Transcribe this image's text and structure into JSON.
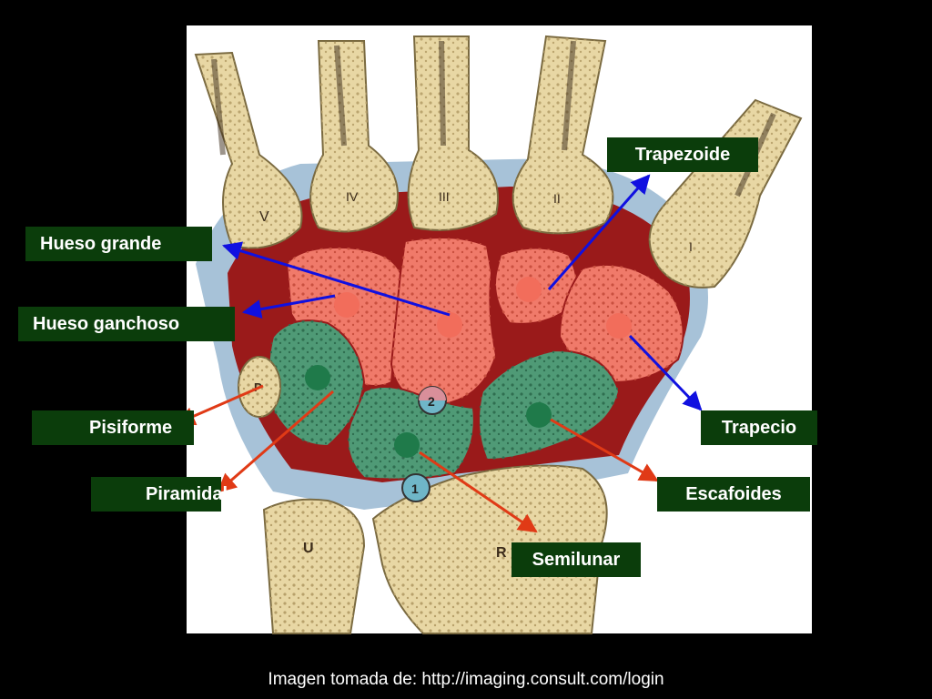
{
  "labels": {
    "trapezoide": "Trapezoide",
    "hueso_grande": "Hueso grande",
    "hueso_ganchoso": "Hueso ganchoso",
    "pisiforme": "Pisiforme",
    "trapecio": "Trapecio",
    "piramidal": "Piramidal",
    "escafoides": "Escafoides",
    "semilunar": "Semilunar"
  },
  "bone_marks": {
    "metacarpals": [
      "V",
      "IV",
      "III",
      "II",
      "I"
    ],
    "ulna": "U",
    "radius": "R",
    "pisiform_mark": "P"
  },
  "joint_markers": [
    "1",
    "2"
  ],
  "caption": "Imagen tomada de: http://imaging.consult.com/login",
  "colors": {
    "background": "#000000",
    "label_bg": "#0b3d0b",
    "label_text": "#ffffff",
    "bone": "#e8d7a4",
    "distal_row": "#f07a6a",
    "proximal_row": "#4f9a76",
    "cartilage": "#9a1a1a",
    "arrow_blue": "#1010e0",
    "arrow_red": "#e03a16",
    "marker_red": "#f26d5b",
    "marker_green": "#1f7a4a"
  }
}
